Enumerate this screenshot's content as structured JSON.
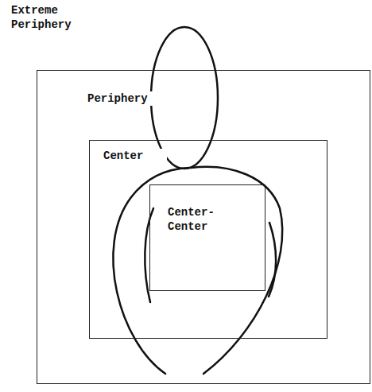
{
  "diagram": {
    "nodes": [
      {
        "text": [
          "Periphery"
        ]
      },
      {
        "text": [
          "Center"
        ],
        "in": 0
      },
      {
        "text": [
          "Center- Center"
        ],
        "in": 1
      }
    ],
    "labels": [
      "Extreme Periphery"
    ]
  }
}
